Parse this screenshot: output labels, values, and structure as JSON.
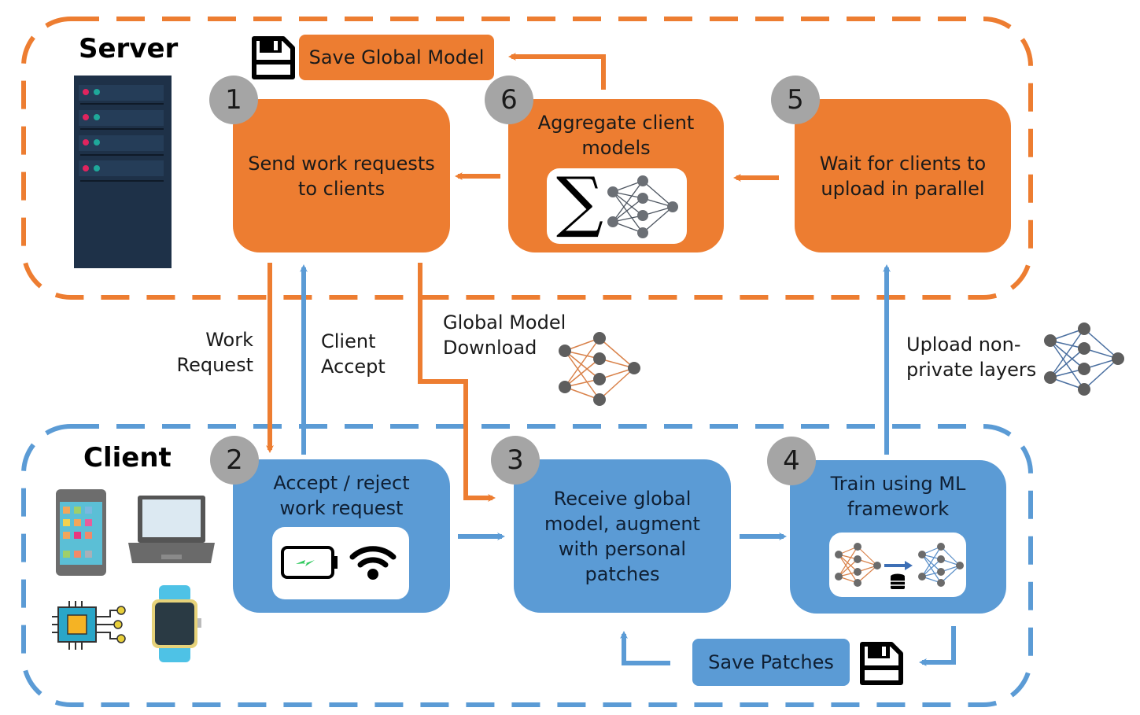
{
  "regions": {
    "server": {
      "title": "Server"
    },
    "client": {
      "title": "Client"
    }
  },
  "colors": {
    "server_accent": "#ed7d31",
    "client_accent": "#5b9bd5",
    "badge": "#a5a5a5"
  },
  "steps": [
    {
      "number": "1",
      "label_lines": [
        "Send work requests",
        "to clients"
      ]
    },
    {
      "number": "2",
      "label_lines": [
        "Accept / reject",
        "work request"
      ]
    },
    {
      "number": "3",
      "label_lines": [
        "Receive global",
        "model, augment",
        "with personal",
        "patches"
      ]
    },
    {
      "number": "4",
      "label_lines": [
        "Train using ML",
        "framework"
      ]
    },
    {
      "number": "5",
      "label_lines": [
        "Wait for clients to",
        "upload in parallel"
      ]
    },
    {
      "number": "6",
      "label_lines": [
        "Aggregate client",
        "models"
      ]
    }
  ],
  "actions": {
    "save_global_model": "Save Global Model",
    "save_patches": "Save Patches"
  },
  "edge_labels": {
    "work_request": [
      "Work",
      "Request"
    ],
    "client_accept": [
      "Client",
      "Accept"
    ],
    "global_model_download": [
      "Global Model",
      "Download"
    ],
    "upload_non_private": [
      "Upload non-",
      "private layers"
    ]
  },
  "icons": {
    "server": "server-rack-icon",
    "save": "floppy-disk-icon",
    "sigma": "sigma-icon",
    "neural_net": "neural-network-icon",
    "battery": "battery-charging-icon",
    "wifi": "wifi-icon",
    "database": "database-icon",
    "phone": "smartphone-icon",
    "laptop": "laptop-icon",
    "chip": "microchip-icon",
    "watch": "smartwatch-icon"
  },
  "sigma_glyph": "∑"
}
